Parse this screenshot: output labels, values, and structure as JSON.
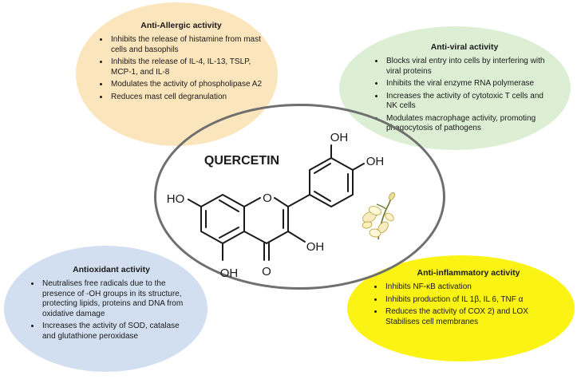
{
  "center": {
    "title": "QUERCETIN",
    "labels": {
      "oh_top": "OH",
      "oh_right": "OH",
      "ho_left": "HO",
      "oh_bottom_right": "OH",
      "o_ring": "O",
      "o_carbonyl": "O",
      "oh_bottom_left": "OH"
    }
  },
  "allergic": {
    "title": "Anti-Allergic activity",
    "items": [
      "Inhibits the release of histamine from mast cells and basophils",
      "Inhibits the release of IL-4, IL-13, TSLP, MCP-1, and IL-8",
      "Modulates the activity of phospholipase A2",
      "Reduces mast cell degranulation"
    ]
  },
  "viral": {
    "title": "Anti-viral activity",
    "items": [
      "Blocks viral entry into cells by interfering with viral proteins",
      "Inhibits the viral enzyme RNA polymerase",
      "Increases the activity of cytotoxic T cells and NK cells",
      "Modulates macrophage activity, promoting phagocytosis of pathogens"
    ]
  },
  "oxidant": {
    "title": "Antioxidant activity",
    "items": [
      "Neutralises free radicals due to the presence of -OH groups in its structure, protecting lipids, proteins and DNA from oxidative damage",
      "Increases the activity of SOD, catalase and glutathione peroxidase"
    ]
  },
  "inflam": {
    "title": "Anti-inflammatory activity",
    "items": [
      "Inhibits NF-κB activation",
      "Inhibits production of IL 1β, IL 6, TNF α",
      "Reduces the activity of COX 2) and LOX Stabilises cell membranes"
    ]
  },
  "colors": {
    "allergic": "#fbe5bc",
    "viral": "#dcefd4",
    "oxidant": "#d2dff0",
    "inflammatory": "#fbf314",
    "center_border": "#6f6f6f"
  },
  "icons": {
    "flower": "flower-sprig-icon"
  }
}
